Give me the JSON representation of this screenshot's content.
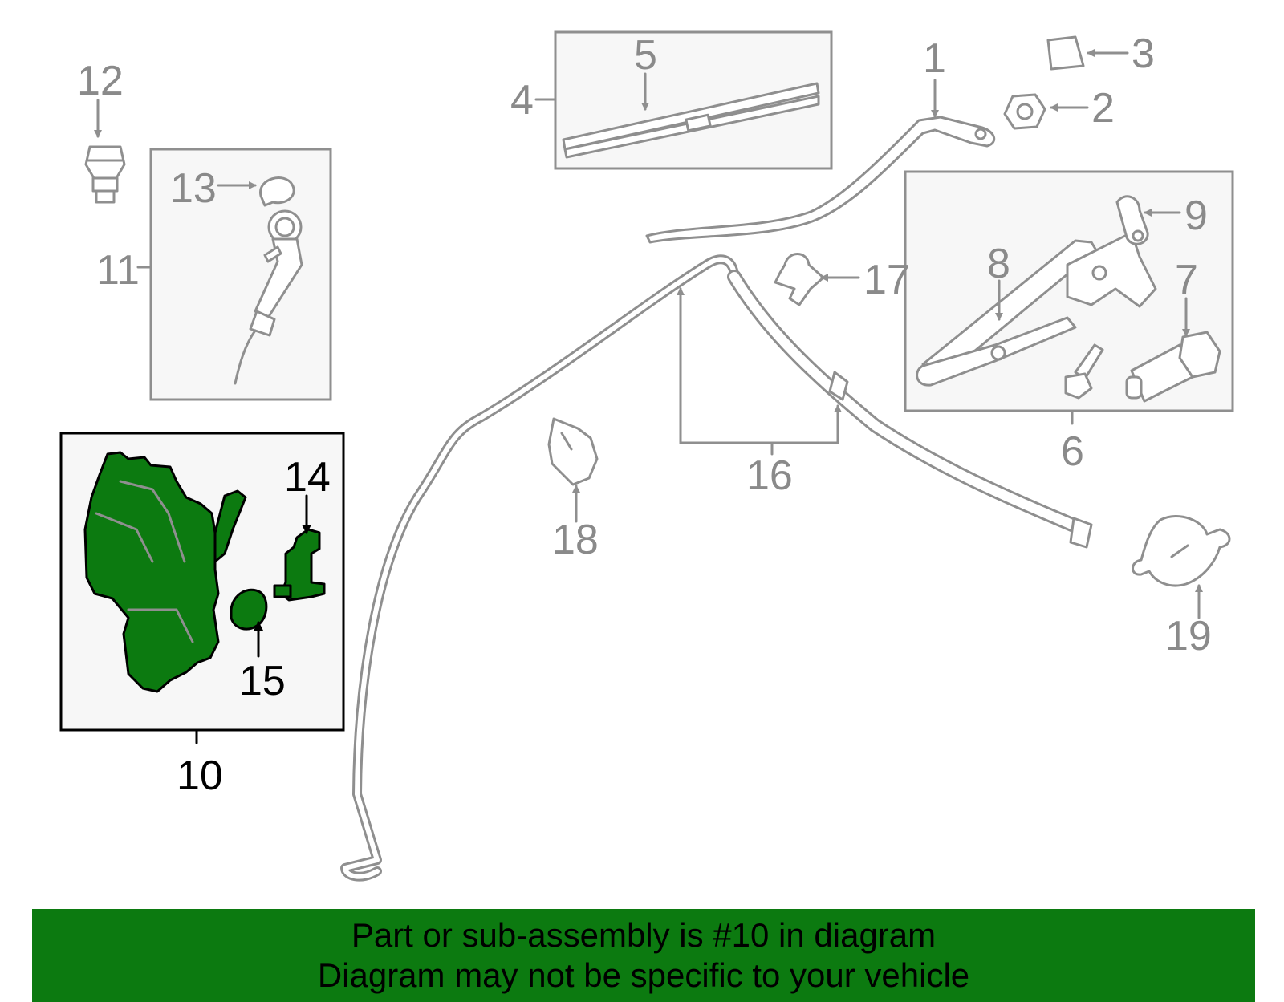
{
  "callouts": {
    "c1": "1",
    "c2": "2",
    "c3": "3",
    "c4": "4",
    "c5": "5",
    "c6": "6",
    "c7": "7",
    "c8": "8",
    "c9": "9",
    "c10": "10",
    "c11": "11",
    "c12": "12",
    "c13": "13",
    "c14": "14",
    "c15": "15",
    "c16": "16",
    "c17": "17",
    "c18": "18",
    "c19": "19"
  },
  "highlighted_part": "10",
  "banner": {
    "line1": "Part or sub-assembly is #10 in diagram",
    "line2": "Diagram may not be specific to your vehicle"
  },
  "colors": {
    "highlight_fill": "#0c7a10",
    "part_outline": "#8f8f8f",
    "box_fill": "#f7f7f7"
  }
}
